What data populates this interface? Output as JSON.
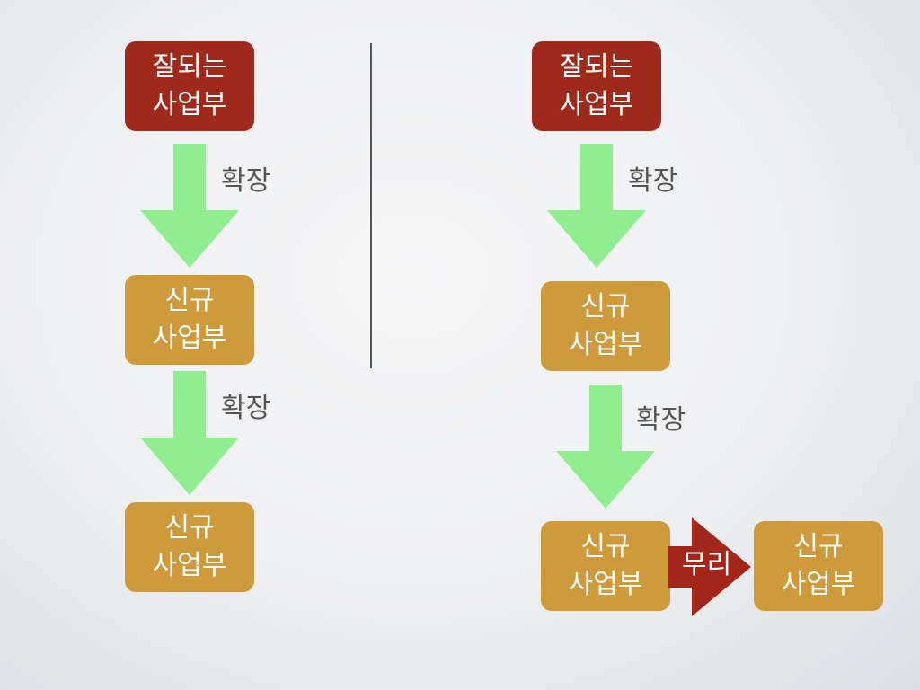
{
  "left_column": {
    "top_box": "잘되는\n사업부",
    "arrow1_label": "확장",
    "mid_box": "신규\n사업부",
    "arrow2_label": "확장",
    "bottom_box": "신규\n사업부"
  },
  "right_column": {
    "top_box": "잘되는\n사업부",
    "arrow1_label": "확장",
    "mid_box": "신규\n사업부",
    "arrow2_label": "확장",
    "bottom_left_box": "신규\n사업부",
    "reject_arrow_label": "무리",
    "bottom_right_box": "신규\n사업부"
  },
  "colors": {
    "established_unit": "#9e2a1c",
    "new_unit": "#cf9a3c",
    "expand_arrow": "#90ee90",
    "reject_arrow": "#a3261a"
  }
}
